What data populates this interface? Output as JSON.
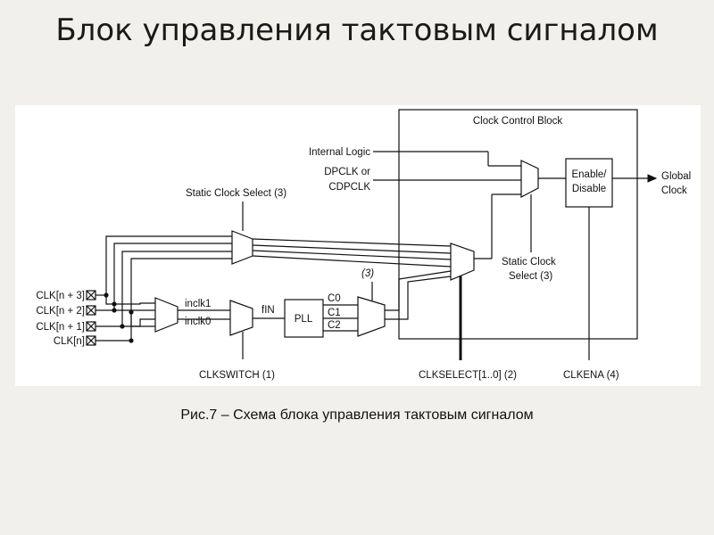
{
  "slide": {
    "title": "Блок управления тактовым сигналом",
    "caption": "Рис.7 – Схема блока управления тактовым сигналом"
  },
  "diagram": {
    "clock_control_block": "Clock Control Block",
    "internal_logic": "Internal Logic",
    "dpclk_or": "DPCLK or",
    "cdpclk": "CDPCLK",
    "static_clock_select_3": "Static Clock Select (3)",
    "static_clock_select_name": "Static Clock Select",
    "static_clock_select_line1": "Static Clock",
    "static_clock_select_line2": "Select (3)",
    "enable_line1": "Enable/",
    "enable_line2": "Disable",
    "global_line1": "Global",
    "global_line2": "Clock",
    "clk_pins": [
      "CLK[n + 3]",
      "CLK[n + 2]",
      "CLK[n + 1]",
      "CLK[n]"
    ],
    "inclk1": "inclk1",
    "inclk0": "inclk0",
    "fin": "fIN",
    "pll": "PLL",
    "pll_outputs": [
      "C0",
      "C1",
      "C2"
    ],
    "ref3": "(3)",
    "clkswitch": "CLKSWITCH (1)",
    "clkselect": "CLKSELECT[1..0] (2)",
    "clkena": "CLKENA (4)"
  }
}
